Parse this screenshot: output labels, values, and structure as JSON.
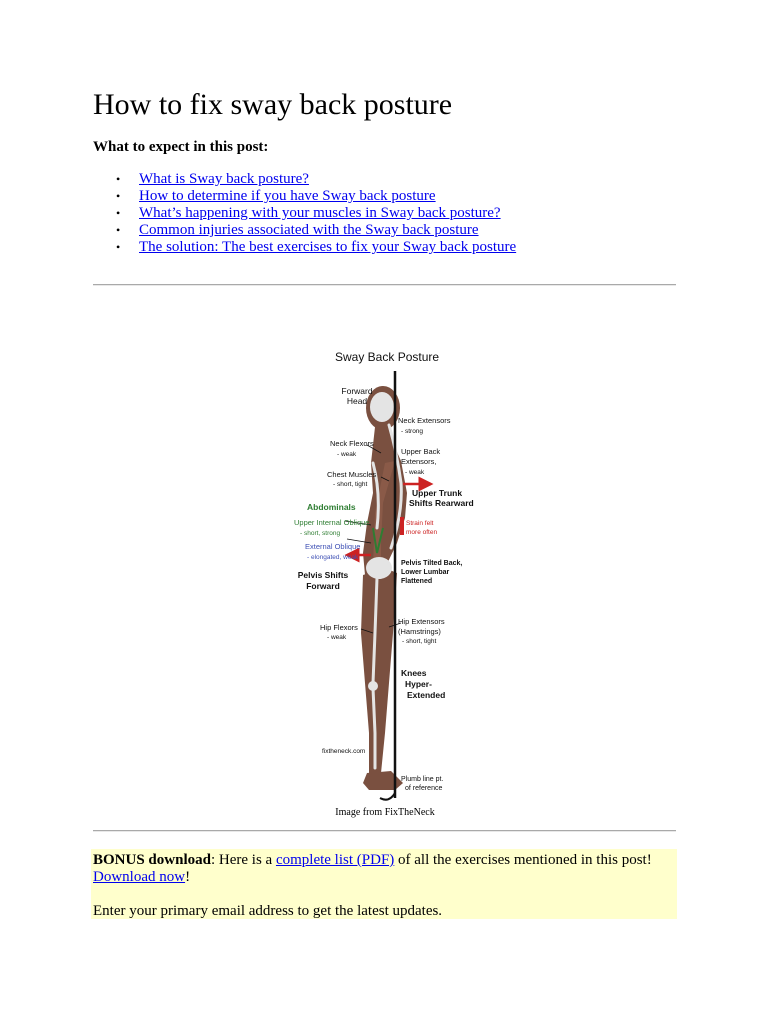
{
  "title": "How to fix sway back posture",
  "intro": "What to expect in this post:",
  "toc": [
    "What is Sway back posture?",
    "How to determine if you have Sway back posture",
    "What’s happening with your muscles in Sway back posture?",
    "Common injuries associated with the Sway back posture",
    "The solution: The best exercises to fix your Sway back posture"
  ],
  "bullet_glyph": "•",
  "figure": {
    "heading": "Sway Back Posture",
    "labels": {
      "forward_head_1": "Forward",
      "forward_head_2": "Head",
      "neck_extensors": "Neck Extensors",
      "neck_extensors_note": "- strong",
      "neck_flexors": "Neck Flexors",
      "neck_flexors_note": "- weak",
      "upper_back_1": "Upper Back",
      "upper_back_2": "Extensors,",
      "upper_back_note": "- weak",
      "chest": "Chest Muscles",
      "chest_note": "- short, tight",
      "upper_trunk_1": "Upper Trunk",
      "upper_trunk_2": "Shifts Rearward",
      "abdominals": "Abdominals",
      "upper_oblique": "Upper Internal Oblique",
      "upper_oblique_note": "- short, strong",
      "strain_1": "Strain felt",
      "strain_2": "more often",
      "external_oblique": "External Oblique",
      "external_oblique_note": "- elongated, weak",
      "pelvis_tilted_1": "Pelvis Tilted Back,",
      "pelvis_tilted_2": "Lower Lumbar",
      "pelvis_tilted_3": "Flattened",
      "pelvis_shifts_1": "Pelvis Shifts",
      "pelvis_shifts_2": "Forward",
      "hip_flexors": "Hip Flexors",
      "hip_flexors_note": "- weak",
      "hip_extensors_1": "Hip Extensors",
      "hip_extensors_2": "(Hamstrings)",
      "hip_extensors_note": "- short, tight",
      "knees_1": "Knees",
      "knees_2": "Hyper-",
      "knees_3": "Extended",
      "watermark": "fixtheneck.com",
      "plumb_1": "Plumb line pt.",
      "plumb_2": "of reference"
    },
    "colors": {
      "skin": "#7a5040",
      "bone": "#e4e4e4",
      "arrow": "#cc2222",
      "green": "#2e7d32",
      "blue": "#3f51b5"
    }
  },
  "caption": "Image from FixTheNeck",
  "bonus": {
    "label": "BONUS download",
    "text1": ": Here is a ",
    "link1": "complete list (PDF)",
    "text2": " of all the exercises mentioned in this post!",
    "link2": "Download now",
    "text3": "!",
    "subscribe": "Enter your primary email address to get the latest updates."
  }
}
